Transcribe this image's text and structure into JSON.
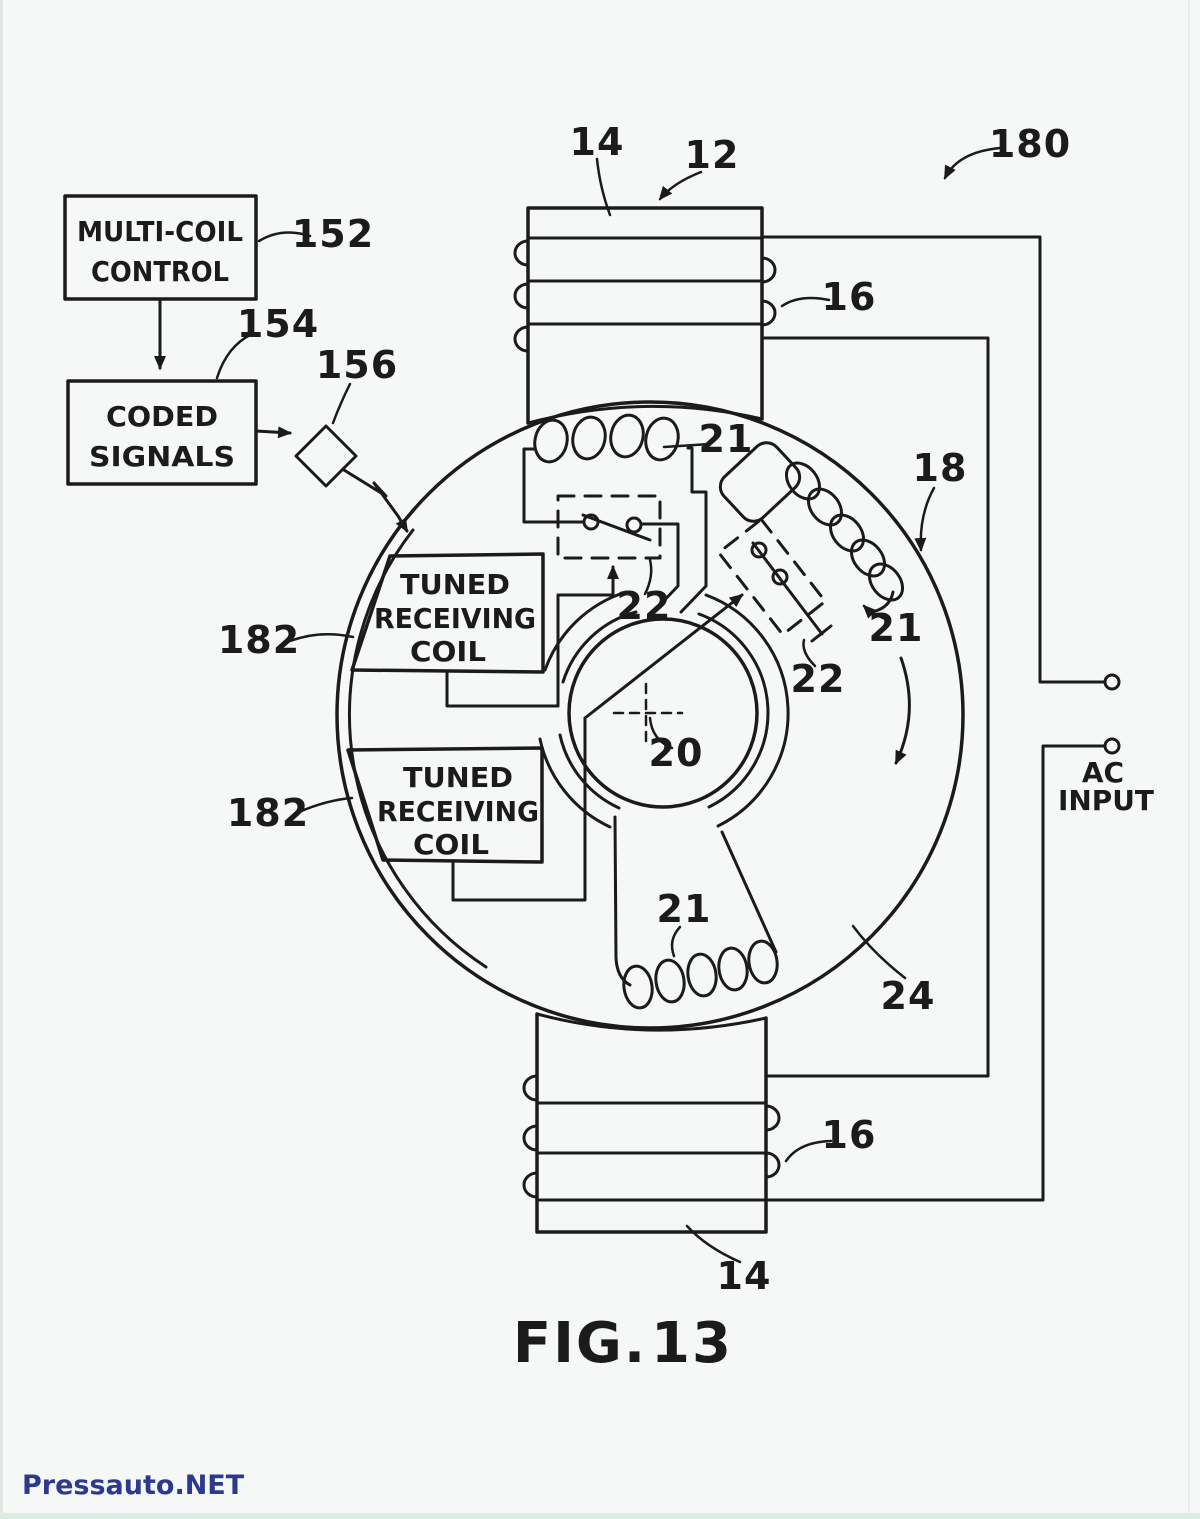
{
  "figure": {
    "caption_prefix": "FIG.",
    "caption_number": "13"
  },
  "watermark": {
    "text": "Pressauto.NET",
    "color": "#2b3a8c"
  },
  "boxes": {
    "multi_coil_control": {
      "line1": "MULTI-COIL",
      "line2": "CONTROL"
    },
    "coded_signals": {
      "line1": "CODED",
      "line2": "SIGNALS"
    },
    "tuned_receiving_coil": {
      "line1": "TUNED",
      "line2": "RECEIVING",
      "line3": "COIL"
    }
  },
  "ac_input": {
    "line1": "AC",
    "line2": "INPUT"
  },
  "ref_numerals": {
    "n12": "12",
    "n14": "14",
    "n16": "16",
    "n18": "18",
    "n20": "20",
    "n21": "21",
    "n22": "22",
    "n24": "24",
    "n152": "152",
    "n154": "154",
    "n156": "156",
    "n180": "180",
    "n182": "182"
  },
  "colors": {
    "ink": "#1b1b1b",
    "paper": "#f6f7f7",
    "watermark_blue": "#2b3a8c",
    "bottom_strip": "#d9ece2"
  }
}
